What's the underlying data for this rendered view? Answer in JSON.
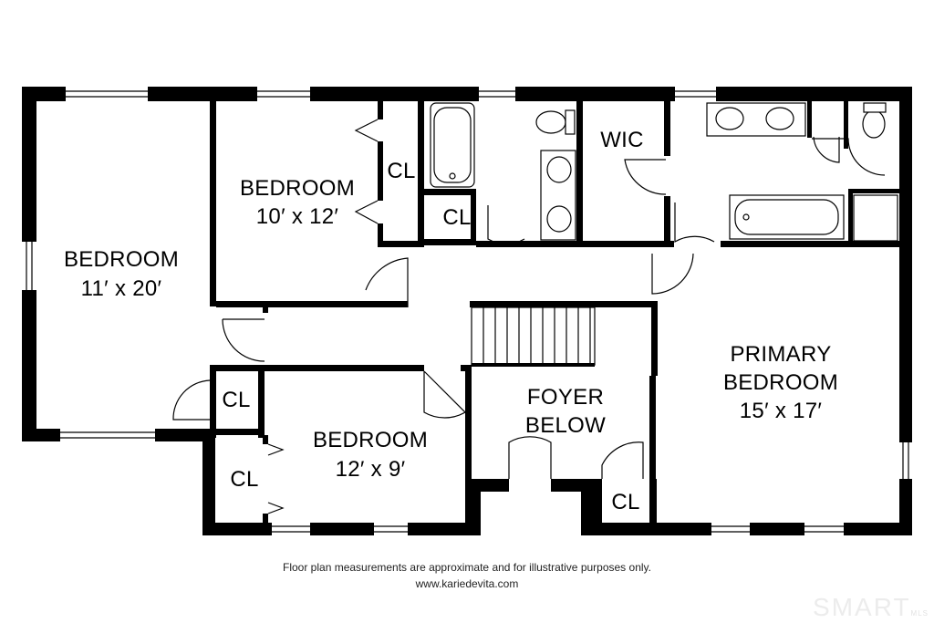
{
  "rooms": {
    "bedroom_west": {
      "name": "BEDROOM",
      "size": "11′ x 20′"
    },
    "bedroom_north": {
      "name": "BEDROOM",
      "size": "10′ x 12′"
    },
    "bedroom_south": {
      "name": "BEDROOM",
      "size": "12′ x 9′"
    },
    "primary": {
      "name1": "PRIMARY",
      "name2": "BEDROOM",
      "size": "15′ x 17′"
    },
    "foyer": {
      "name1": "FOYER",
      "name2": "BELOW"
    },
    "wic": "WIC",
    "closet": "CL"
  },
  "footer": {
    "disclaimer": "Floor plan measurements are approximate and for illustrative purposes only.",
    "website": "www.kariedevita.com"
  },
  "logo": {
    "main": "SMART",
    "sub": "MLS"
  }
}
